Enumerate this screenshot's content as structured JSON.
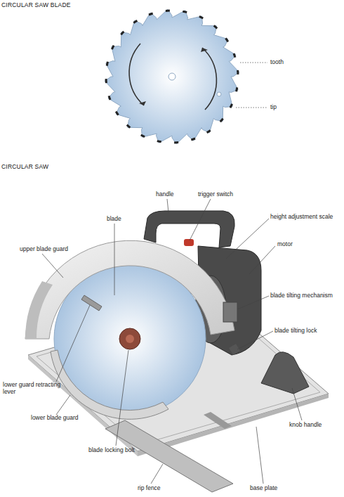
{
  "diagram": {
    "labels": [
      "CIRCULAR SAW BLADE",
      "tooth",
      "tip",
      "CIRCULAR SAW",
      "handle",
      "trigger switch",
      "blade",
      "height adjustment scale",
      "upper blade guard",
      "motor",
      "blade tilting mechanism",
      "blade tilting lock",
      "lower guard retracting lever",
      "lower blade guard",
      "knob handle",
      "blade locking bolt",
      "rip fence",
      "base plate"
    ]
  }
}
